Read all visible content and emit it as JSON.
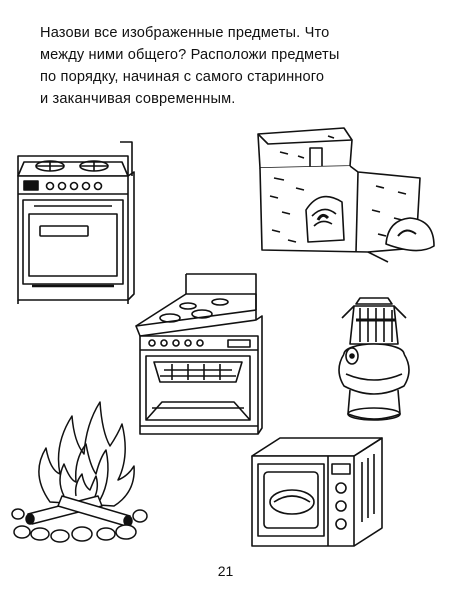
{
  "instruction": {
    "lines": [
      "Назови все изображенные предметы. Что",
      "между ними общего? Расположи предметы",
      "по порядку, начиная с самого старинного",
      "и заканчивая современным."
    ]
  },
  "illustrations": [
    {
      "name": "gas-stove-illustration"
    },
    {
      "name": "russian-clay-oven-illustration"
    },
    {
      "name": "electric-stove-illustration"
    },
    {
      "name": "kerosene-stove-illustration"
    },
    {
      "name": "campfire-illustration"
    },
    {
      "name": "microwave-oven-illustration"
    }
  ],
  "page": {
    "number": "21"
  },
  "colors": {
    "ink": "#111111",
    "paper": "#ffffff"
  }
}
